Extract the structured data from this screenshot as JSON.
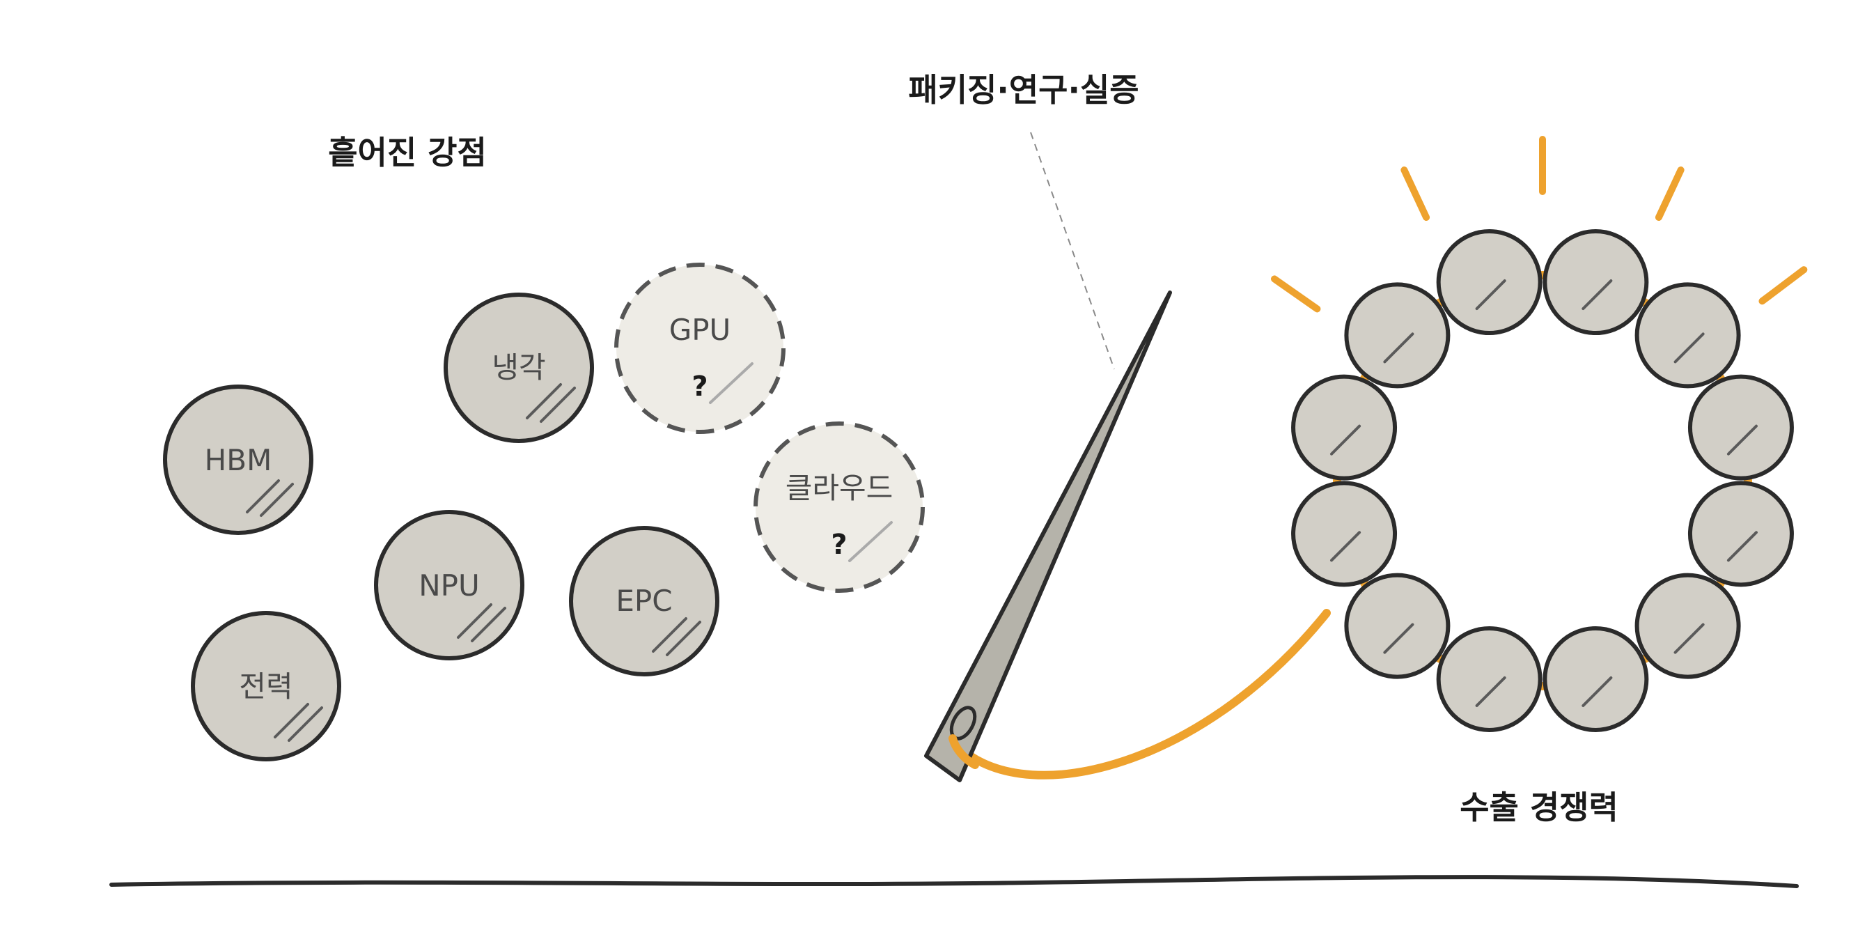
{
  "labels": {
    "scattered": "흩어진 강점",
    "needle": "패키징·연구·실증",
    "result": "수출 경쟁력"
  },
  "beads": [
    {
      "id": "hbm",
      "label": "HBM",
      "status": "solid"
    },
    {
      "id": "cooling",
      "label": "냉각",
      "status": "solid"
    },
    {
      "id": "gpu",
      "label": "GPU",
      "status": "uncertain",
      "mark": "?"
    },
    {
      "id": "npu",
      "label": "NPU",
      "status": "solid"
    },
    {
      "id": "epc",
      "label": "EPC",
      "status": "solid"
    },
    {
      "id": "cloud",
      "label": "클라우드",
      "status": "uncertain",
      "mark": "?"
    },
    {
      "id": "power",
      "label": "전력",
      "status": "solid"
    }
  ],
  "necklace": {
    "bead_count": 12,
    "ray_count": 5
  },
  "colors": {
    "bead_fill": "#d2cfc7",
    "uncertain_fill": "#eeece6",
    "outline": "#2b2b2b",
    "thread": "#eea22e",
    "needle_fill": "#b5b3aa"
  }
}
